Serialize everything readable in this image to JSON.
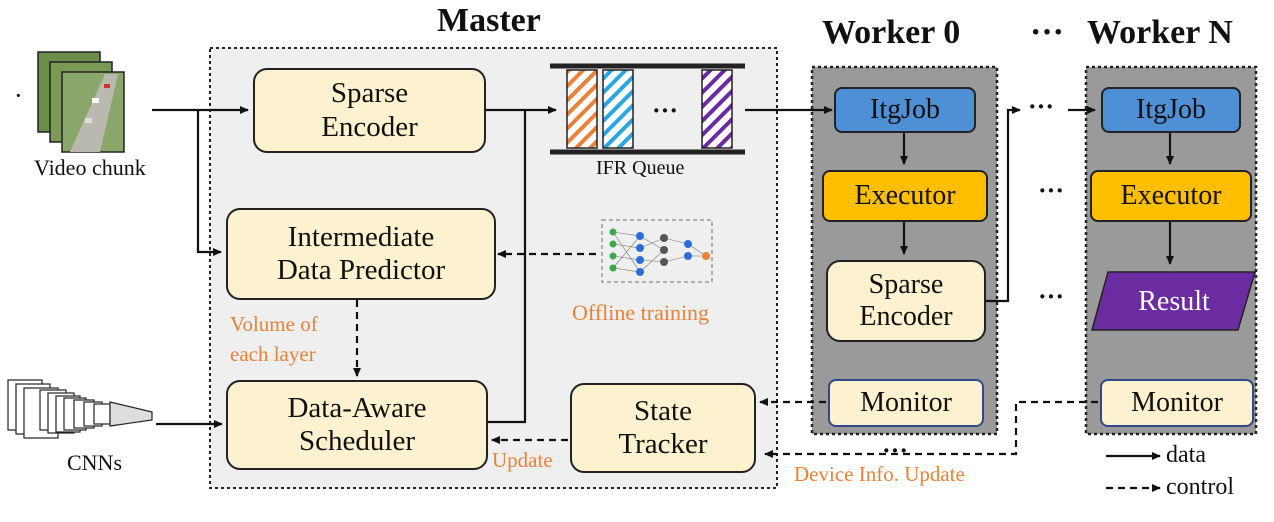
{
  "headers": {
    "master": "Master",
    "worker0": "Worker 0",
    "ellipsis": "···",
    "workerN": "Worker N"
  },
  "inputs": {
    "video_label": "Video chunk",
    "cnn_label": "CNNs"
  },
  "master": {
    "sparse_encoder": "Sparse Encoder",
    "predictor_line1": "Intermediate",
    "predictor_line2": "Data Predictor",
    "scheduler_line1": "Data-Aware",
    "scheduler_line2": "Scheduler",
    "tracker_line1": "State",
    "tracker_line2": "Tracker",
    "queue_label": "IFR Queue",
    "queue_dots": "···",
    "offline_label": "Offline training",
    "volume_line1": "Volume of",
    "volume_line2": "each layer",
    "update_label": "Update"
  },
  "worker0": {
    "itgjob": "ItgJob",
    "executor": "Executor",
    "encoder_line1": "Sparse",
    "encoder_line2": "Encoder",
    "monitor": "Monitor"
  },
  "workerN": {
    "itgjob": "ItgJob",
    "executor": "Executor",
    "result": "Result",
    "monitor": "Monitor"
  },
  "between": {
    "dots": "···",
    "device_update": "Device Info. Update"
  },
  "legend": {
    "data": "data",
    "control": "control"
  },
  "colors": {
    "cream": "#fdf2cf",
    "itgjob_blue": "#4f8fd6",
    "executor_gold": "#ffbf00",
    "result_purple": "#6a2ca0",
    "annotation_orange": "#e8823a",
    "worker_gray": "#9a9a9a",
    "master_bg": "#efefef"
  }
}
